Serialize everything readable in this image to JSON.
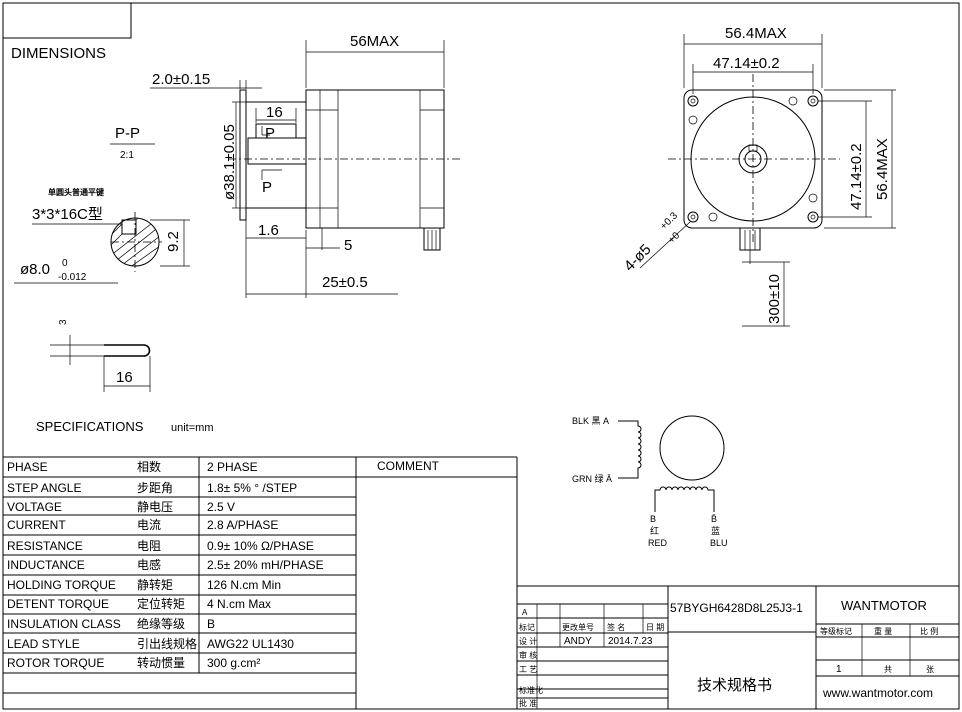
{
  "title": "DIMENSIONS",
  "front_view": {
    "length_max": "56MAX",
    "flange_thickness": "2.0±0.15",
    "key_length": "16",
    "pilot_diameter": "ø38.1±0.05",
    "pilot_depth": "1.6",
    "flange_to_shaft_step": "5",
    "shaft_length": "25±0.5",
    "section_mark": "P"
  },
  "section_view": {
    "label": "P-P",
    "scale": "2:1",
    "key_note": "单圆头普通平键",
    "key_spec": "3*3*16C型",
    "key_height": "9.2",
    "shaft_diameter_main": "ø8.0",
    "shaft_tol_upper": "0",
    "shaft_tol_lower": "-0.012"
  },
  "key_detail": {
    "width": "3",
    "length": "16"
  },
  "end_view": {
    "outer_max_h": "56.4MAX",
    "hole_spacing_h": "47.14±0.2",
    "hole_spacing_v": "47.14±0.2",
    "outer_max_v": "56.4MAX",
    "holes": "4-ø5",
    "hole_tol_upper": "+0.3",
    "hole_tol_lower": "+0",
    "lead_length": "300±10"
  },
  "specifications": {
    "heading": "SPECIFICATIONS",
    "unit": "unit=mm",
    "comment_label": "COMMENT",
    "rows": [
      {
        "en": "PHASE",
        "cn": "相数",
        "value": "2  PHASE"
      },
      {
        "en": "STEP ANGLE",
        "cn": "步距角",
        "value": "1.8± 5% ° /STEP"
      },
      {
        "en": "VOLTAGE",
        "cn": "静电压",
        "value": "2.5  V"
      },
      {
        "en": "CURRENT",
        "cn": "电流",
        "value": "2.8  A/PHASE"
      },
      {
        "en": "RESISTANCE",
        "cn": "电阻",
        "value": "0.9± 10%  Ω/PHASE"
      },
      {
        "en": "INDUCTANCE",
        "cn": "电感",
        "value": "2.5± 20% mH/PHASE"
      },
      {
        "en": "HOLDING TORQUE",
        "cn": "静转矩",
        "value": "126  N.cm Min"
      },
      {
        "en": "DETENT TORQUE",
        "cn": "定位转矩",
        "value": "4  N.cm Max"
      },
      {
        "en": "INSULATION CLASS",
        "cn": "绝缘等级",
        "value": "B"
      },
      {
        "en": "LEAD STYLE",
        "cn": "引出线规格",
        "value": "AWG22  UL1430"
      },
      {
        "en": "ROTOR TORQUE",
        "cn": "转动惯量",
        "value": "300 g.cm²"
      }
    ]
  },
  "wiring": {
    "blk": "BLK  黑  A",
    "grn": "GRN  绿  Ā",
    "b_label": "B",
    "b_cn": "红",
    "b_en": "RED",
    "bbar_label": "B̄",
    "bbar_cn": "蓝",
    "bbar_en": "BLU"
  },
  "title_block": {
    "row_a": "A",
    "mark": "标记",
    "change_no": "更改单号",
    "sign": "签 名",
    "date_label": "日 期",
    "design": "设 计",
    "designer": "ANDY",
    "date": "2014.7.23",
    "review": "审 核",
    "process": "工 艺",
    "standard": "标准化",
    "approve": "批 准",
    "model": "57BYGH6428D8L25J3-1",
    "company": "WANTMOTOR",
    "grade_mark": "等级标记",
    "weight": "重 量",
    "ratio": "比 例",
    "sheet_no": "1",
    "total": "共",
    "sheet": "张",
    "doc_title": "技术规格书",
    "website": "www.wantmotor.com"
  }
}
